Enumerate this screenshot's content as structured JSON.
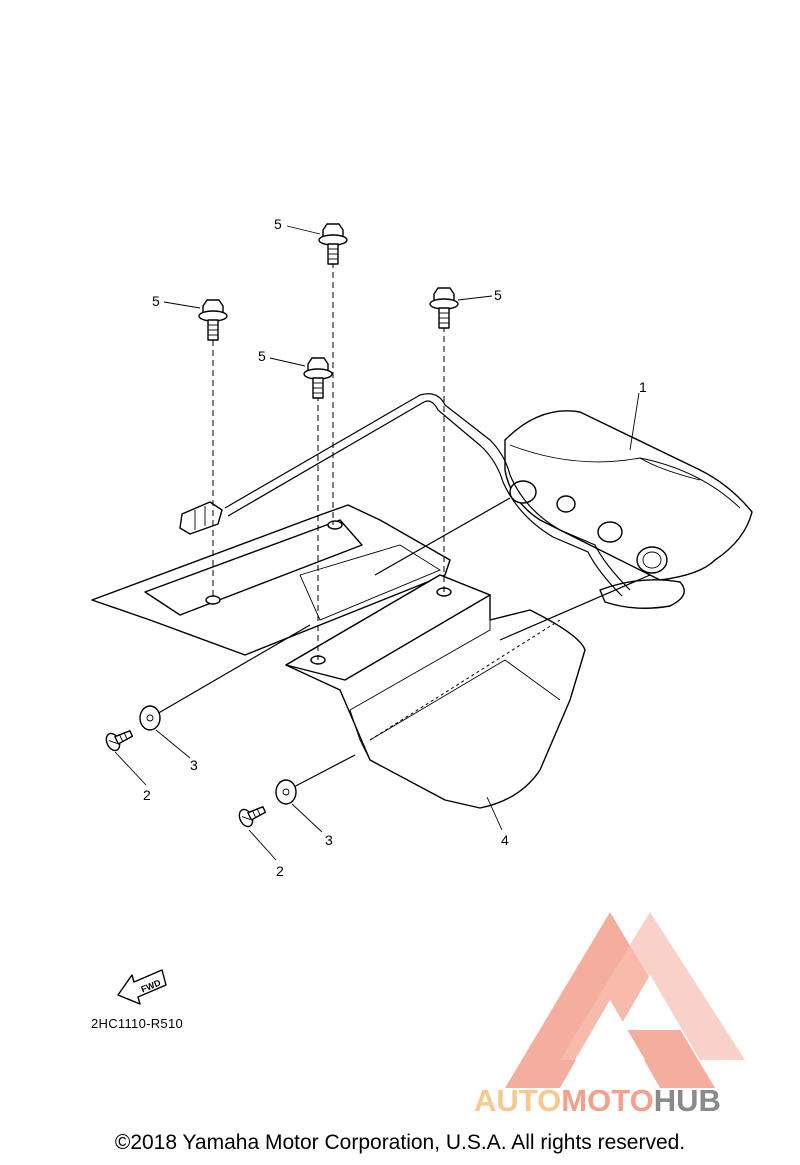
{
  "diagram": {
    "callouts": {
      "c1": "1",
      "c2a": "2",
      "c2b": "2",
      "c3a": "3",
      "c3b": "3",
      "c4": "4",
      "c5a": "5",
      "c5b": "5",
      "c5c": "5",
      "c5d": "5"
    },
    "fwd_label": "FWD",
    "diagram_code": "2HC1110-R510"
  },
  "watermark": {
    "part1": "AUTO",
    "part2": "MOTO",
    "part3": "HUB",
    "colors": {
      "auto": "#f7c98f",
      "moto": "#f4a08c",
      "hub": "#8a8a8a",
      "logo": "#f4a08c"
    }
  },
  "footer": {
    "copyright": "©2018 Yamaha Motor Corporation, U.S.A. All rights reserved."
  }
}
